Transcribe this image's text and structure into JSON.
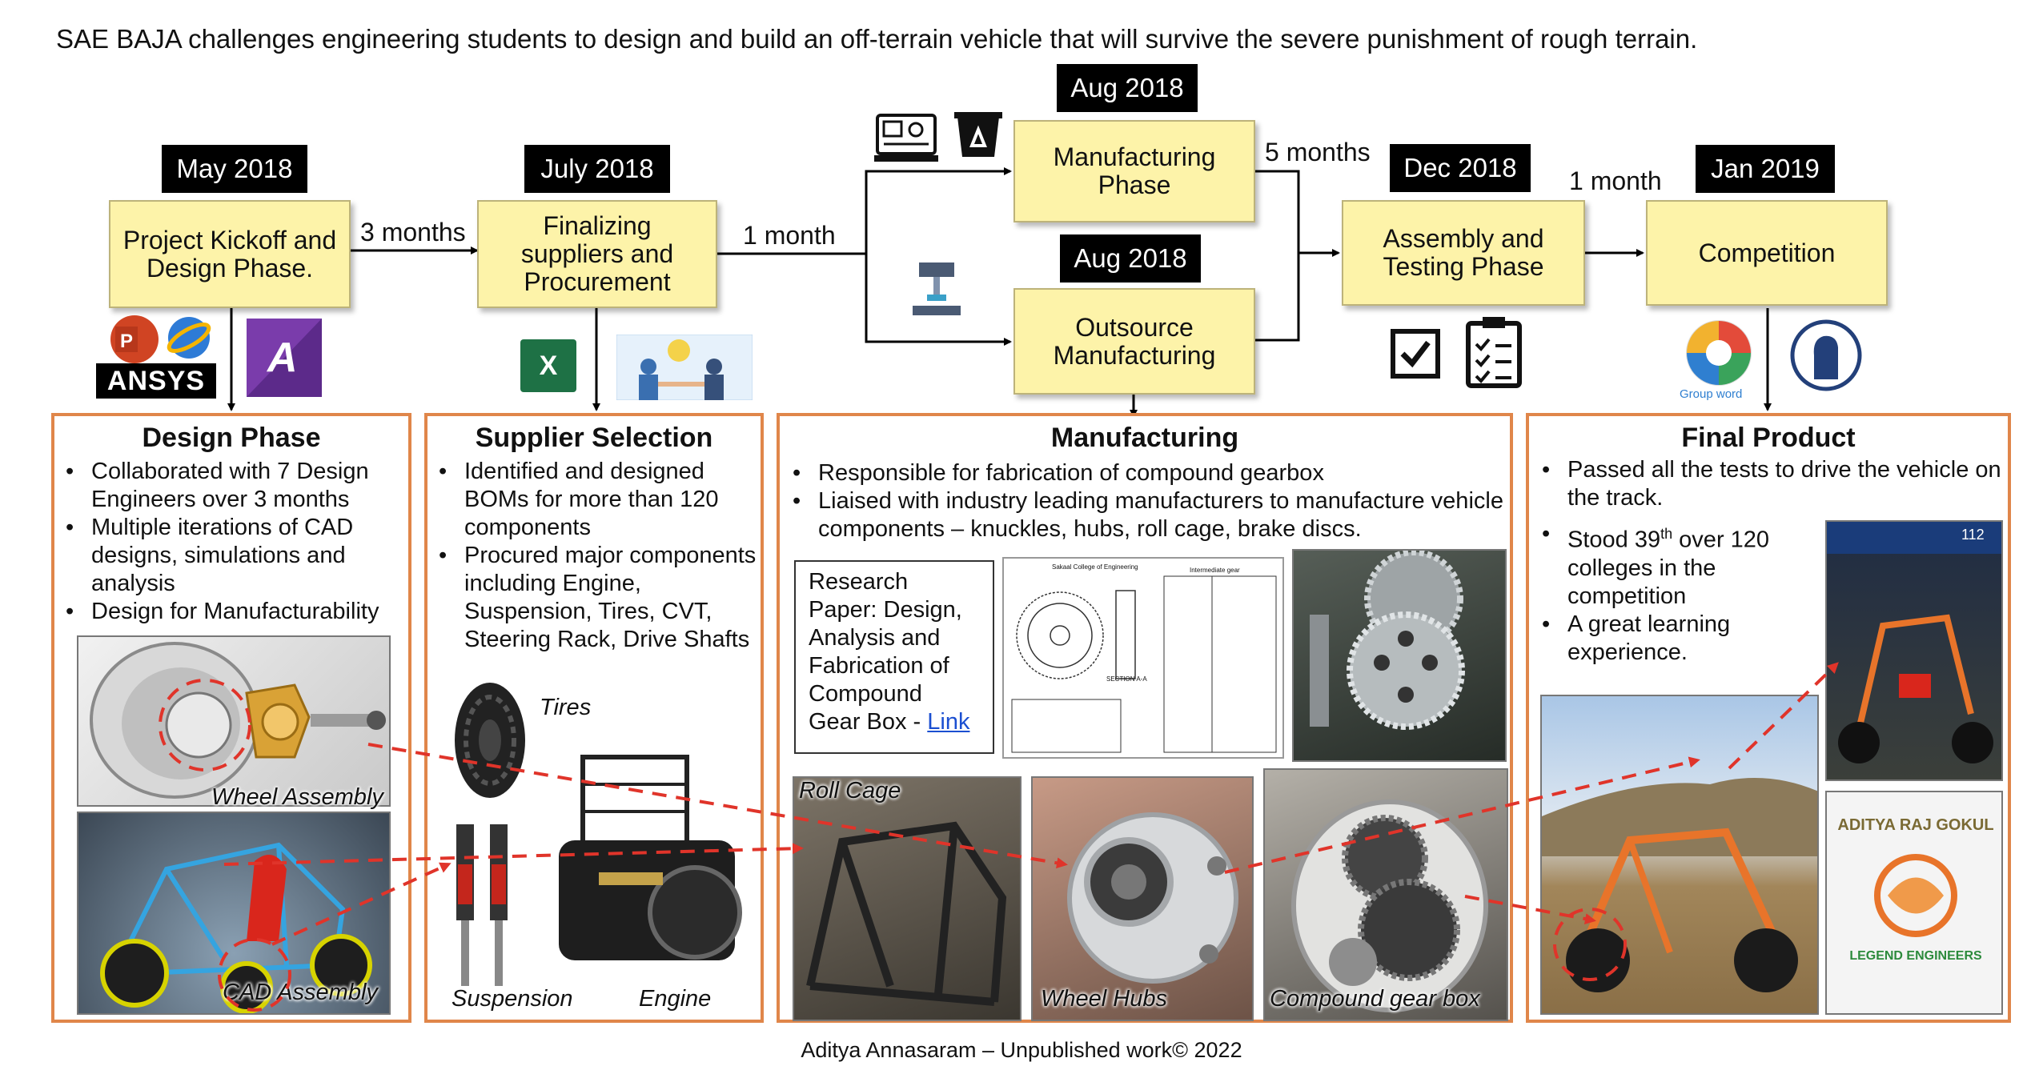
{
  "headline": "SAE BAJA challenges engineering students to design and build an off-terrain vehicle that will survive the severe punishment of rough terrain.",
  "timeline": {
    "dates": {
      "kickoff": "May 2018",
      "suppliers": "July 2018",
      "manufacturing": "Aug 2018",
      "outsource": "Aug 2018",
      "assembly": "Dec 2018",
      "competition": "Jan 2019"
    },
    "phases": {
      "kickoff": "Project Kickoff and Design Phase.",
      "suppliers": "Finalizing suppliers and Procurement",
      "manufacturing": "Manufacturing Phase",
      "outsource": "Outsource Manufacturing",
      "assembly": "Assembly and Testing Phase",
      "competition": "Competition"
    },
    "durations": {
      "kickoff_to_suppliers": "3 months",
      "suppliers_to_manufacturing": "1 month",
      "manufacturing_to_assembly": "5 months",
      "assembly_to_competition": "1 month"
    }
  },
  "logos": {
    "ansys": "ANSYS",
    "excel": "X",
    "group_word": "Group word"
  },
  "panels": {
    "design": {
      "title": "Design Phase",
      "bullets": [
        "Collaborated with 7 Design Engineers over 3 months",
        "Multiple iterations of CAD designs, simulations and analysis",
        "Design for Manufacturability"
      ],
      "captions": {
        "wheel": "Wheel Assembly",
        "cad": "CAD Assembly"
      }
    },
    "supplier": {
      "title": "Supplier Selection",
      "bullets": [
        "Identified and designed BOMs for more than 120 components",
        "Procured major components including Engine, Suspension, Tires, CVT, Steering Rack, Drive Shafts"
      ],
      "captions": {
        "tires": "Tires",
        "suspension": "Suspension",
        "engine": "Engine"
      }
    },
    "manufacturing": {
      "title": "Manufacturing",
      "bullets": [
        "Responsible for fabrication of compound gearbox",
        "Liaised with industry leading manufacturers to manufacture vehicle components – knuckles, hubs, roll cage, brake discs."
      ],
      "research": {
        "text": "Research Paper: Design, Analysis and Fabrication of Compound Gear Box - ",
        "link": "Link"
      },
      "drawing": {
        "college": "Sakaal College of Engineering",
        "table_title": "Intermediate gear",
        "section": "SECTION A-A"
      },
      "captions": {
        "roll_cage": "Roll Cage",
        "wheel_hubs": "Wheel Hubs",
        "gearbox": "Compound gear box"
      }
    },
    "final": {
      "title": "Final Product",
      "bullet1": "Passed all the tests to drive the vehicle on the track.",
      "bullet2_pre": "Stood 39",
      "bullet2_sup": "th",
      "bullet2_post": " over 120 colleges in the competition",
      "bullet3": "A great learning experience.",
      "photo_text": {
        "number": "112",
        "shirt_name": "ADITYA RAJ GOKUL",
        "shirt_team": "LEGEND ENGINEERS"
      }
    }
  },
  "footer": "Aditya Annasaram – Unpublished  work© 2022"
}
